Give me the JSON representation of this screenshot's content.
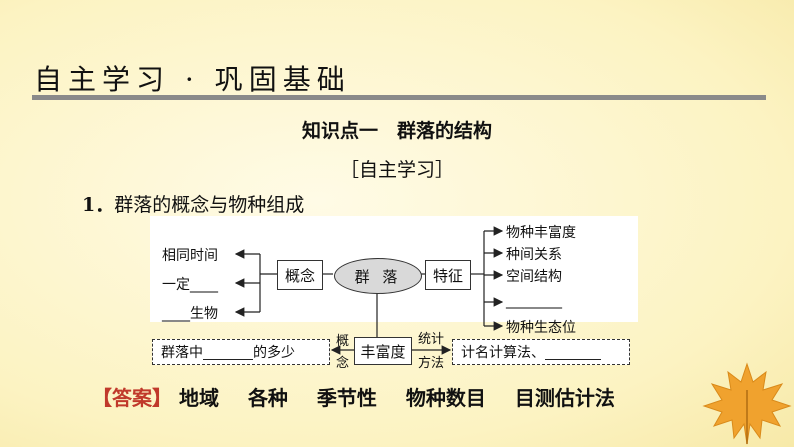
{
  "header": {
    "title": "自主学习 · 巩固基础"
  },
  "section": {
    "title": "知识点一　群落的结构",
    "subtitle": "［自主学习］"
  },
  "item1": {
    "number": "1．",
    "text": "群落的概念与物种组成"
  },
  "diagram": {
    "center": "群 落",
    "concept": "概念",
    "feature": "特征",
    "richness": "丰富度",
    "left_items": [
      "相同时间",
      "一定____",
      "____生物"
    ],
    "right_items": [
      "物种丰富度",
      "种间关系",
      "空间结构",
      "________",
      "物种生态位"
    ],
    "concept_side": [
      "概",
      "念"
    ],
    "stat_label": [
      "统计",
      "方法"
    ],
    "left_dashed": {
      "prefix": "群落中",
      "suffix": "的多少"
    },
    "right_dashed": {
      "text": "计名计算法、"
    }
  },
  "answer": {
    "tag": "【答案】",
    "words": [
      "地域",
      "各种",
      "季节性",
      "物种数目",
      "目测估计法"
    ]
  },
  "colors": {
    "background": "#fdf7d0",
    "answer_tag": "#c0392b",
    "leaf": "#f0a22e"
  }
}
